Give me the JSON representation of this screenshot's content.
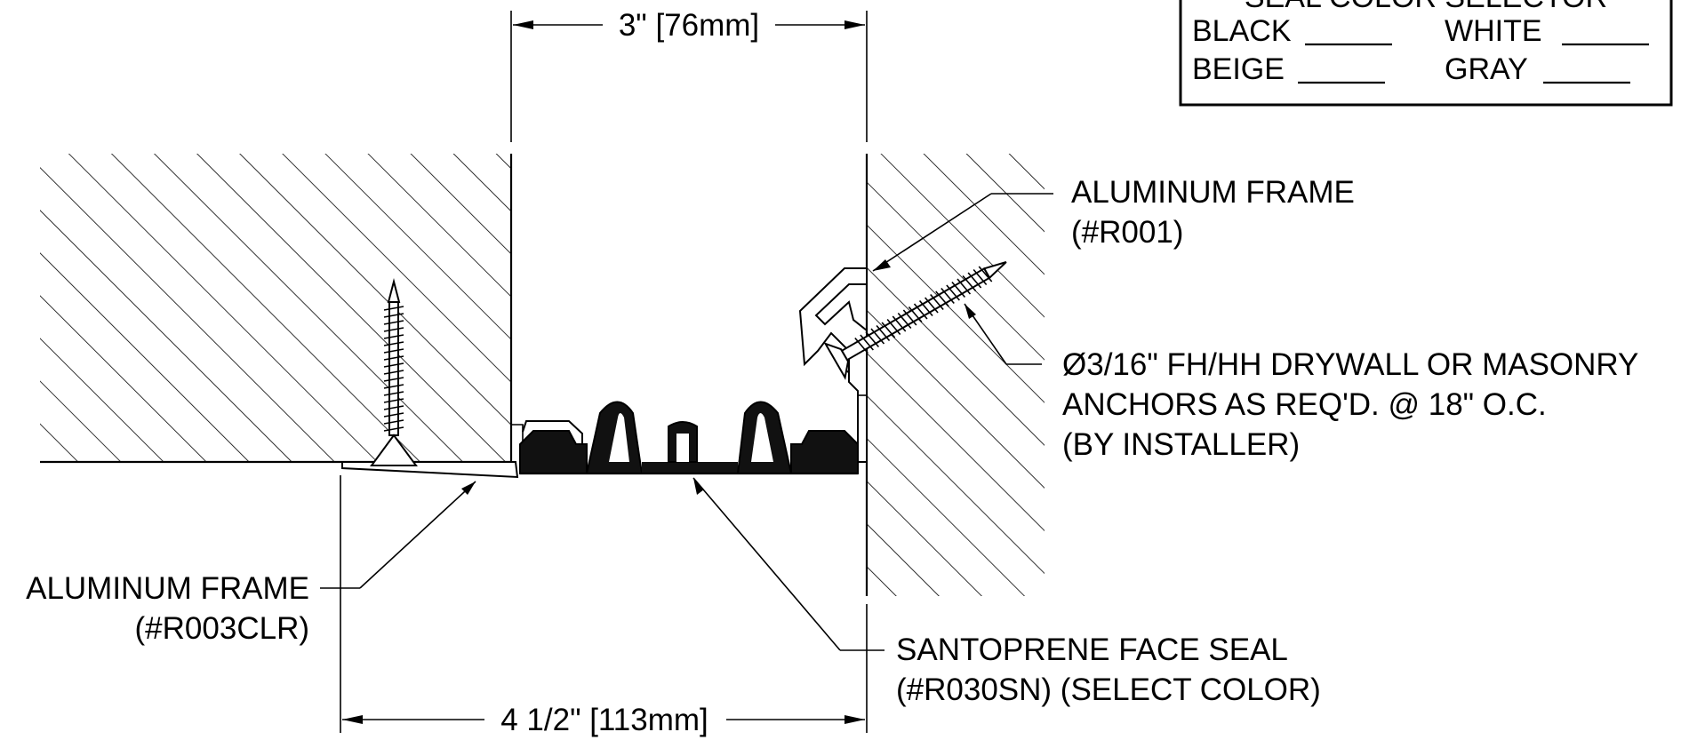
{
  "dimensions": {
    "top": "3\" [76mm]",
    "bottom": "4 1/2\" [113mm]"
  },
  "selector": {
    "title": "SEAL COLOR SELECTOR",
    "options": [
      "BLACK",
      "WHITE",
      "BEIGE",
      "GRAY"
    ]
  },
  "callouts": {
    "frame_right_line1": "ALUMINUM FRAME",
    "frame_right_line2": "(#R001)",
    "anchor_line1": "Ø3/16\" FH/HH DRYWALL OR MASONRY",
    "anchor_line2": "ANCHORS AS REQ'D. @ 18\" O.C.",
    "anchor_line3": "(BY INSTALLER)",
    "frame_left_line1": "ALUMINUM FRAME",
    "frame_left_line2": "(#R003CLR)",
    "seal_line1": "SANTOPRENE FACE SEAL",
    "seal_line2": "(#R030SN) (SELECT COLOR)"
  }
}
